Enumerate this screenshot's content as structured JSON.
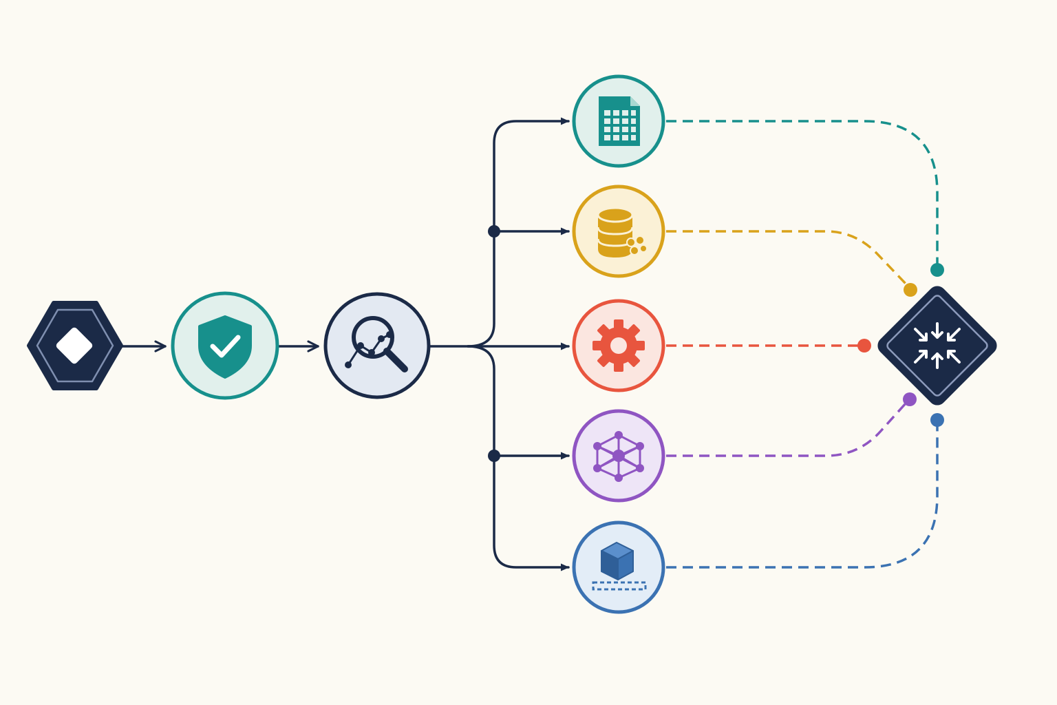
{
  "colors": {
    "background": "#fcfaf3",
    "navy": "#1b2a47",
    "teal": "#17908c",
    "gold": "#d9a21b",
    "coral": "#e8553e",
    "purple": "#8f55c2",
    "blue": "#3b72b2"
  },
  "diagram": {
    "type": "pipeline-flow",
    "nodes": [
      {
        "id": "start",
        "shape": "hexagon",
        "icon": "diamond-icon",
        "color": "navy"
      },
      {
        "id": "validate",
        "shape": "circle",
        "icon": "shield-check-icon",
        "color": "teal"
      },
      {
        "id": "analyze",
        "shape": "circle",
        "icon": "magnifier-chart-icon",
        "color": "navy"
      },
      {
        "id": "spreadsheet",
        "shape": "circle",
        "icon": "spreadsheet-file-icon",
        "color": "teal"
      },
      {
        "id": "database",
        "shape": "circle",
        "icon": "database-icon",
        "color": "gold"
      },
      {
        "id": "settings",
        "shape": "circle",
        "icon": "gear-icon",
        "color": "coral"
      },
      {
        "id": "network",
        "shape": "circle",
        "icon": "network-graph-icon",
        "color": "purple"
      },
      {
        "id": "package",
        "shape": "circle",
        "icon": "cube-icon",
        "color": "blue"
      },
      {
        "id": "merge",
        "shape": "diamond",
        "icon": "converge-arrows-icon",
        "color": "navy"
      }
    ],
    "edges": [
      {
        "from": "start",
        "to": "validate",
        "style": "solid",
        "arrow": true
      },
      {
        "from": "validate",
        "to": "analyze",
        "style": "solid",
        "arrow": true
      },
      {
        "from": "analyze",
        "to": "spreadsheet",
        "style": "solid",
        "arrow": true
      },
      {
        "from": "analyze",
        "to": "database",
        "style": "solid",
        "arrow": true
      },
      {
        "from": "analyze",
        "to": "settings",
        "style": "solid",
        "arrow": true
      },
      {
        "from": "analyze",
        "to": "network",
        "style": "solid",
        "arrow": true
      },
      {
        "from": "analyze",
        "to": "package",
        "style": "solid",
        "arrow": true
      },
      {
        "from": "spreadsheet",
        "to": "merge",
        "style": "dashed",
        "color": "teal"
      },
      {
        "from": "database",
        "to": "merge",
        "style": "dashed",
        "color": "gold"
      },
      {
        "from": "settings",
        "to": "merge",
        "style": "dashed",
        "color": "coral"
      },
      {
        "from": "network",
        "to": "merge",
        "style": "dashed",
        "color": "purple"
      },
      {
        "from": "package",
        "to": "merge",
        "style": "dashed",
        "color": "blue"
      }
    ]
  }
}
